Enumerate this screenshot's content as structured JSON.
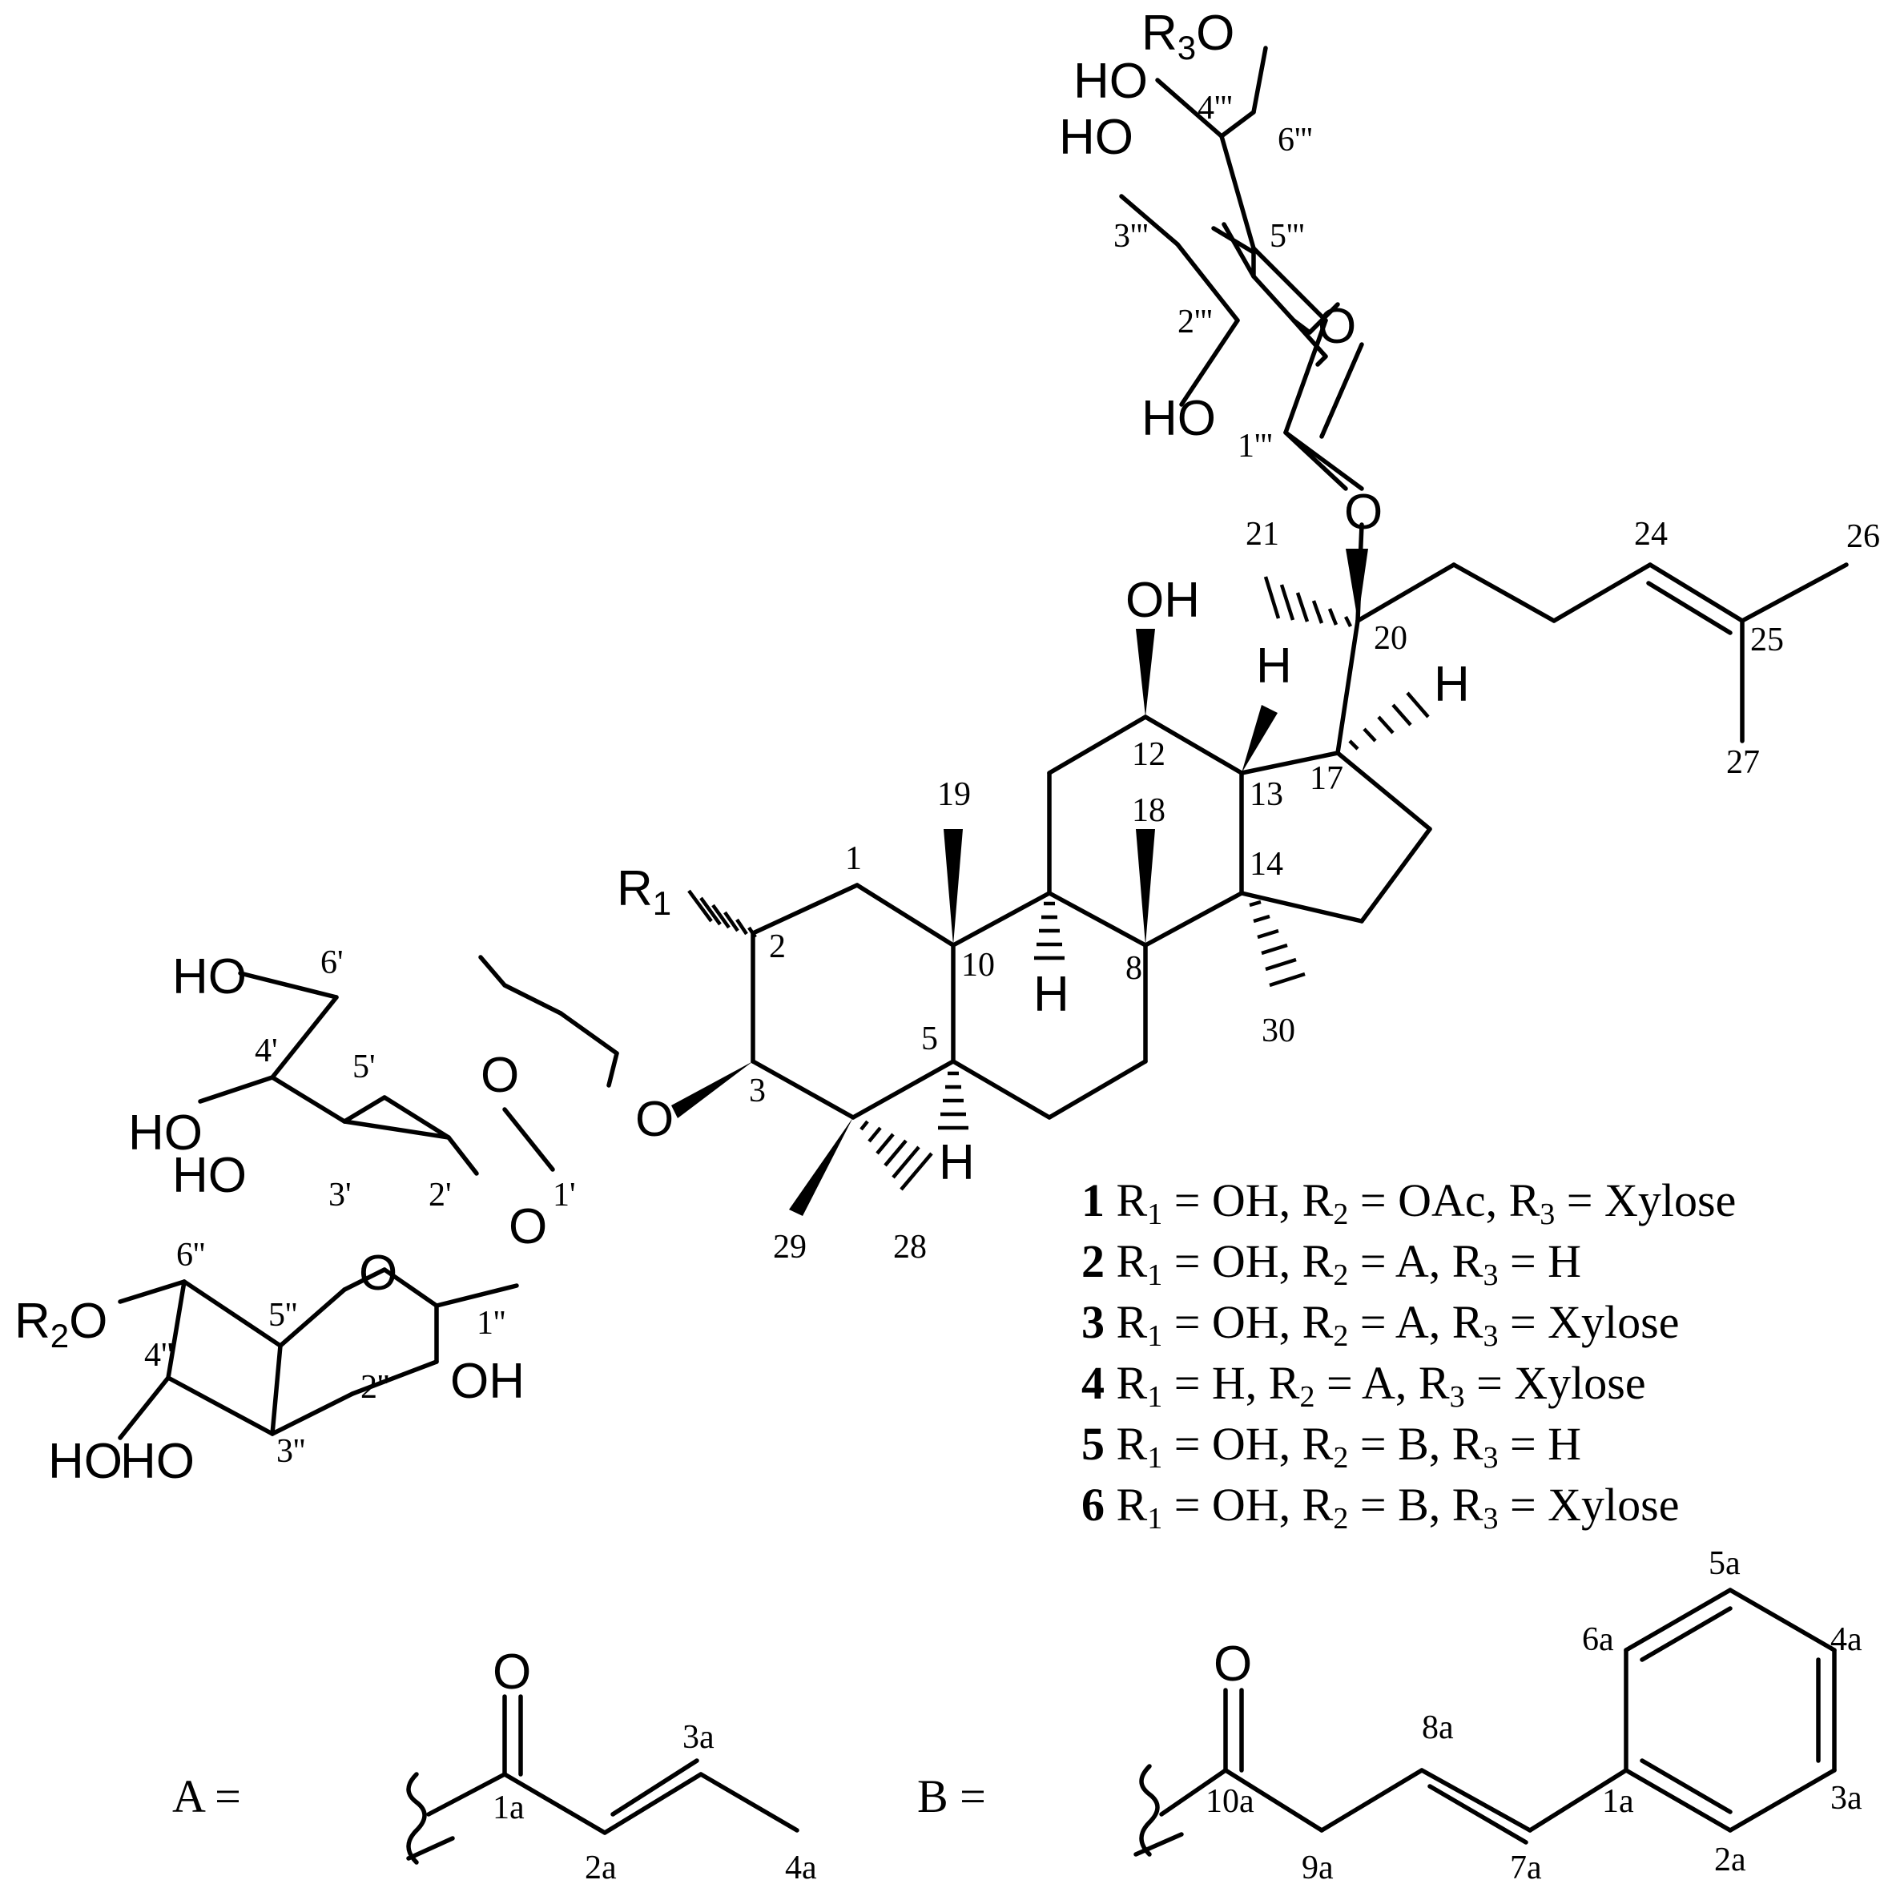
{
  "atoms": {
    "r3o": {
      "r": "R",
      "s": "3",
      "o": "O"
    },
    "ho_4ppp": "HO",
    "ho_3ppp": "HO",
    "ho_2ppp": "HO",
    "o_ring_ppp": "O",
    "o_link_20": "O",
    "oh_12": "OH",
    "h_13": "H",
    "h_17": "H",
    "r1": {
      "r": "R",
      "s": "1"
    },
    "h_9": "H",
    "h_5": "H",
    "ho_6p": "HO",
    "ho_4p": "HO",
    "ho_3p": "HO",
    "o_ring_p": "O",
    "o_link_3": "O",
    "o_link_2p": "O",
    "o_ring_pp": "O",
    "r2o": {
      "r": "R",
      "s": "2",
      "o": "O"
    },
    "oh_2pp": "OH",
    "ho_4pp": "HO",
    "ho_3pp": "HO",
    "o_carbonyl_a": "O",
    "o_carbonyl_b": "O"
  },
  "numbering": {
    "n1": "1",
    "n2": "2",
    "n3": "3",
    "n5": "5",
    "n8": "8",
    "n10": "10",
    "n12": "12",
    "n13": "13",
    "n14": "14",
    "n17": "17",
    "n18": "18",
    "n19": "19",
    "n20": "20",
    "n21": "21",
    "n24": "24",
    "n25": "25",
    "n26": "26",
    "n27": "27",
    "n28": "28",
    "n29": "29",
    "n30": "30",
    "n1p": "1'",
    "n2p": "2'",
    "n3p": "3'",
    "n4p": "4'",
    "n5p": "5'",
    "n6p": "6'",
    "n1pp": "1''",
    "n2pp": "2''",
    "n3pp": "3''",
    "n4pp": "4''",
    "n5pp": "5''",
    "n6pp": "6''",
    "n1ppp": "1'''",
    "n2ppp": "2'''",
    "n3ppp": "3'''",
    "n4ppp": "4'''",
    "n5ppp": "5'''",
    "n6ppp": "6'''",
    "a1": "1a",
    "a2": "2a",
    "a3": "3a",
    "a4": "4a",
    "b1": "1a",
    "b2": "2a",
    "b3": "3a",
    "b4": "4a",
    "b5": "5a",
    "b6": "6a",
    "b7": "7a",
    "b8": "8a",
    "b9": "9a",
    "b10": "10a"
  },
  "compounds": [
    {
      "id": "1",
      "r1": "OH",
      "r2": "OAc",
      "r3": "Xylose"
    },
    {
      "id": "2",
      "r1": "OH",
      "r2": "A",
      "r3": "H"
    },
    {
      "id": "3",
      "r1": "OH",
      "r2": "A",
      "r3": "Xylose"
    },
    {
      "id": "4",
      "r1": "H",
      "r2": "A",
      "r3": "Xylose"
    },
    {
      "id": "5",
      "r1": "OH",
      "r2": "B",
      "r3": "H"
    },
    {
      "id": "6",
      "r1": "OH",
      "r2": "B",
      "r3": "Xylose"
    }
  ],
  "legend_text": {
    "r": "R",
    "eq": " = ",
    "sep": ", "
  },
  "substituents": {
    "a_label": "A =",
    "b_label": "B ="
  }
}
